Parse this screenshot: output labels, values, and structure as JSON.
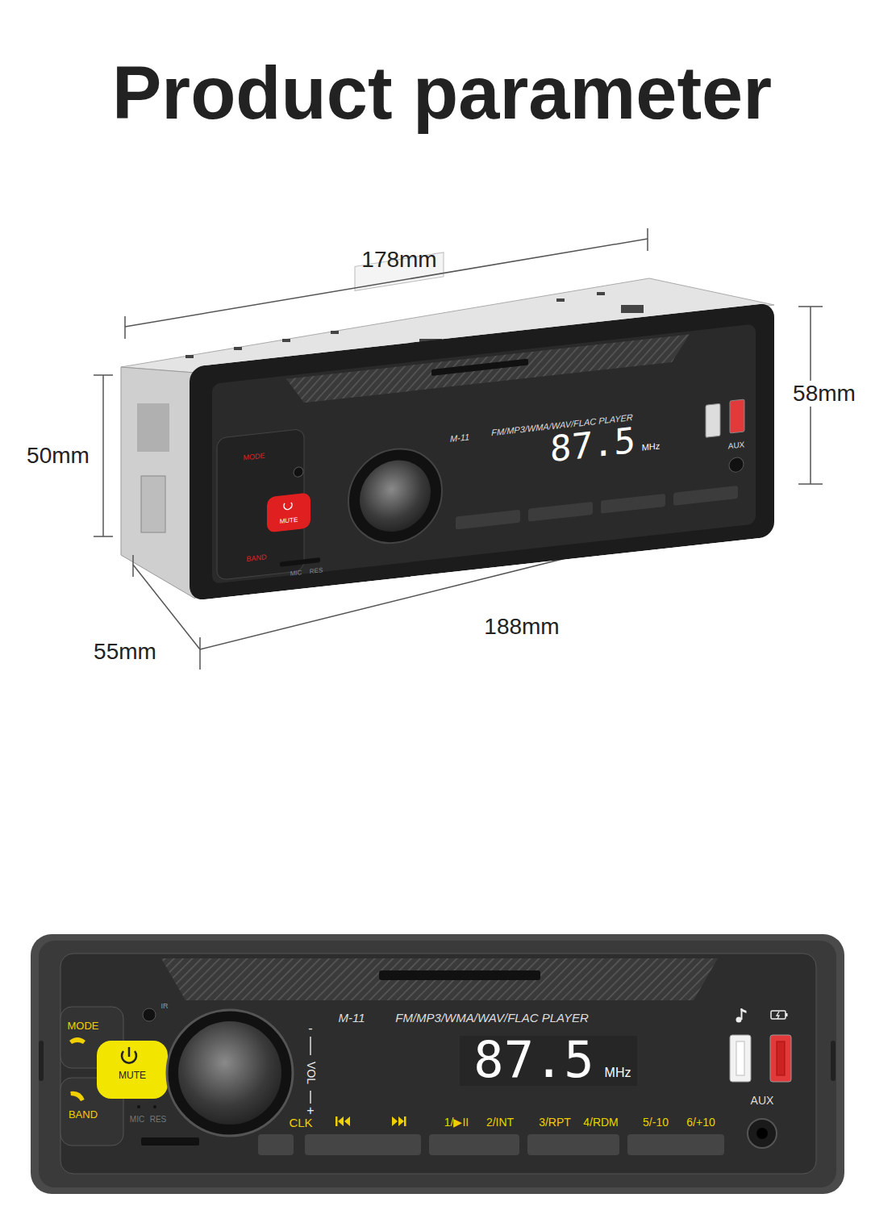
{
  "diagram": {
    "title": "Product parameter",
    "labels": [
      "178mm",
      "50mm",
      "58mm",
      "188mm",
      "55mm",
      "M-11",
      "FM/MP3/WMA/WAV/FLAC PLAYER",
      "87.5",
      "MHz",
      "AUX",
      "MODE",
      "MUTE",
      "BAND",
      "MIC",
      "RES",
      "MODE",
      "MUTE",
      "BAND",
      "IR",
      "MIC",
      "RES",
      "-",
      "VOL",
      "+",
      "CLK",
      "M-11",
      "FM/MP3/WMA/WAV/FLAC PLAYER",
      "87.5",
      "MHz",
      "1/▶II",
      "2/INT",
      "3/RPT",
      "4/RDM",
      "5/-10",
      "6/+10",
      "AUX"
    ]
  }
}
